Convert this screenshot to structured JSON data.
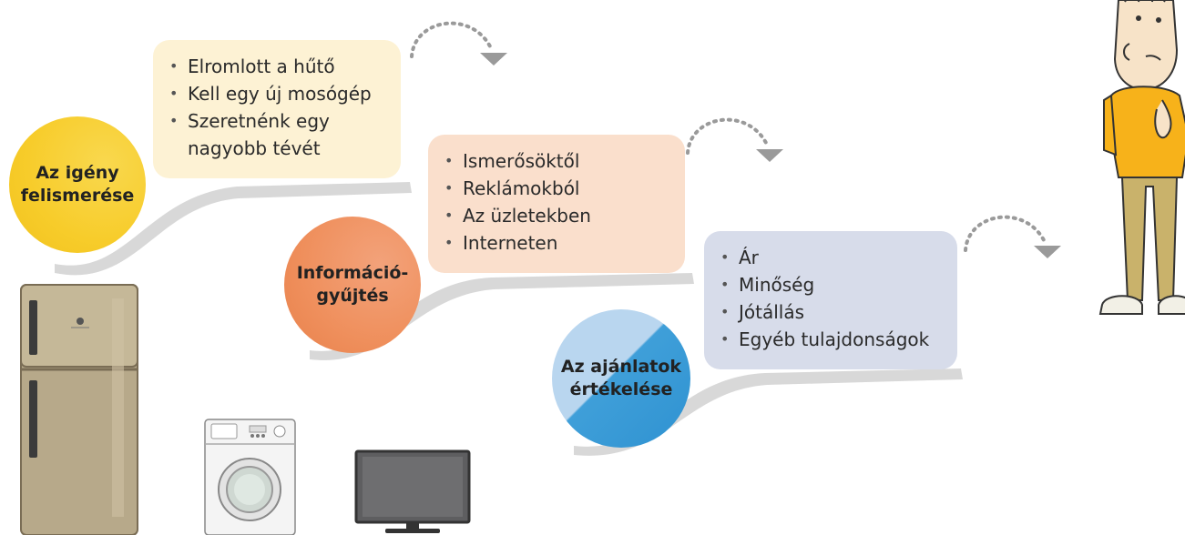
{
  "steps": [
    {
      "title_line1": "Az igény",
      "title_line2": "felismerése",
      "items": [
        "Elromlott a hűtő",
        "Kell egy új mosógép",
        "Szeretnénk egy",
        "nagyobb tévét"
      ],
      "circle_color": "#f7cc2a",
      "box_color": "#fdf2d4"
    },
    {
      "title_line1": "Információ-",
      "title_line2": "gyűjtés",
      "items": [
        "Ismerősöktől",
        "Reklámokból",
        "Az üzletekben",
        "Interneten"
      ],
      "circle_color": "#ef8f5c",
      "box_color": "#fadfcc"
    },
    {
      "title_line1": "Az ajánlatok",
      "title_line2": "értékelése",
      "items": [
        "Ár",
        "Minőség",
        "Jótállás",
        "Egyéb tulajdonságok"
      ],
      "circle_color": "#3f9fd9",
      "box_color": "#d7dcea"
    }
  ],
  "colors": {
    "arrow": "#9a9a9a",
    "shadow": "#d9d9d9"
  },
  "icons": [
    "refrigerator-icon",
    "washing-machine-icon",
    "tv-icon",
    "thinking-man-icon",
    "dotted-arrow-icon"
  ]
}
